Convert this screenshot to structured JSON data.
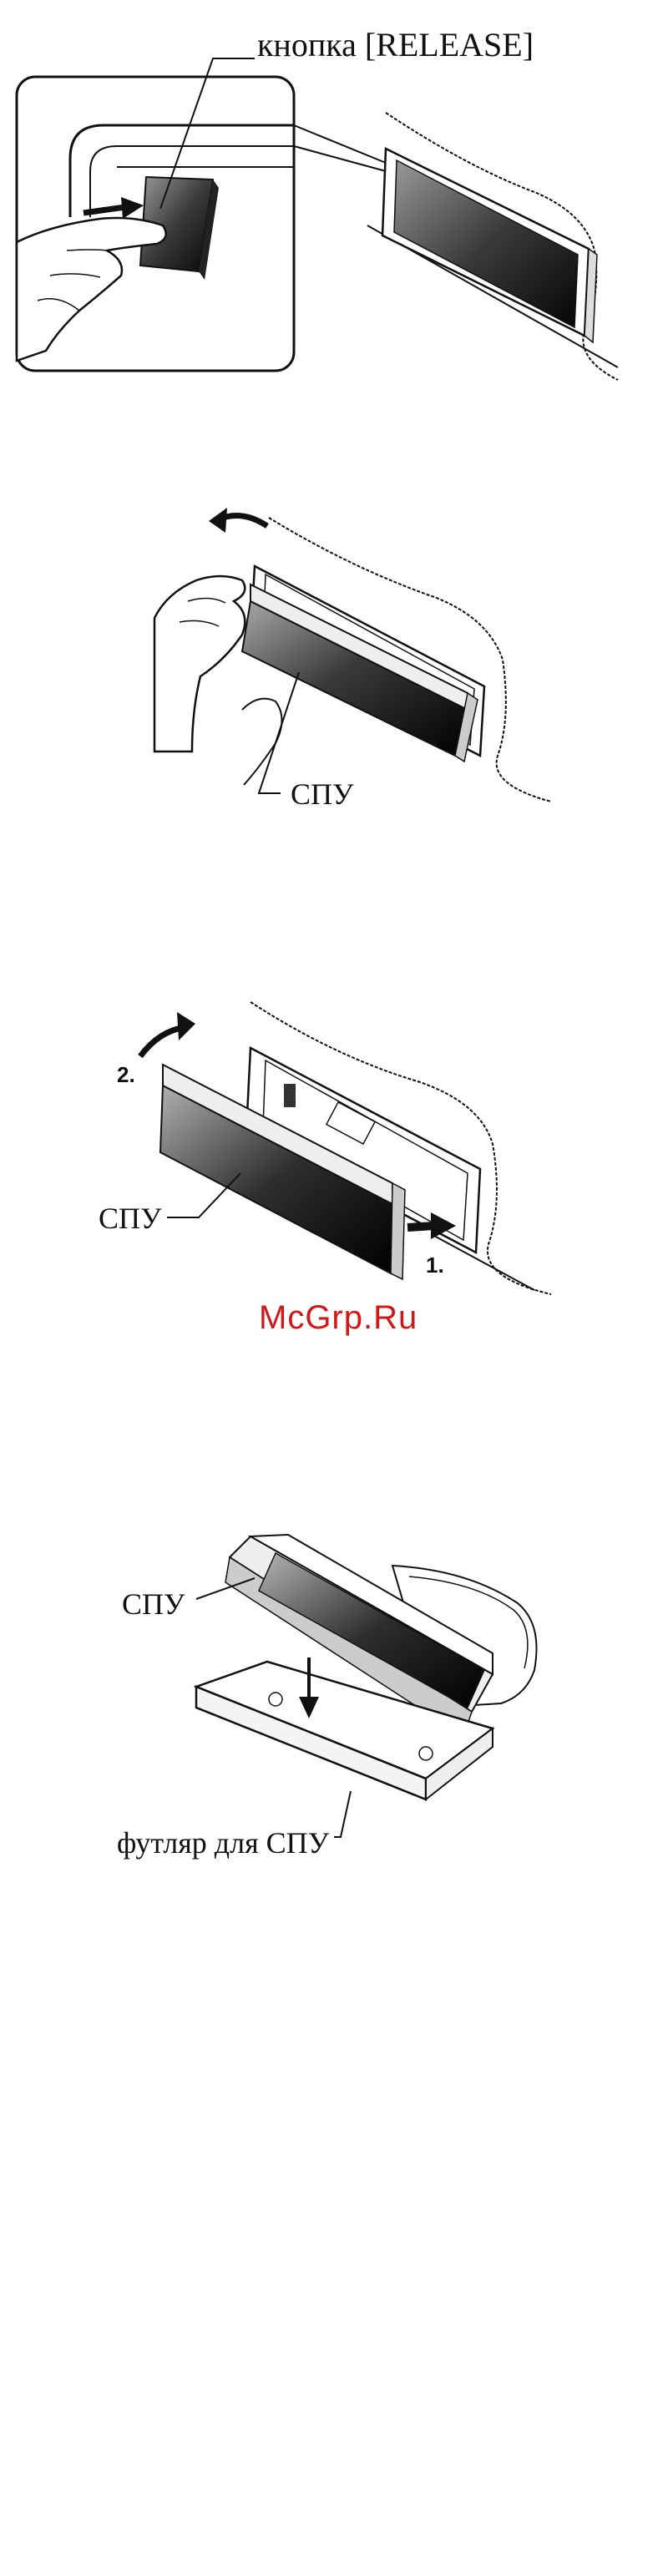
{
  "figure1": {
    "release_label": "кнопка [RELEASE]"
  },
  "figure2": {
    "panel_label": "СПУ"
  },
  "figure3": {
    "step1": "1.",
    "step2": "2.",
    "panel_label": "СПУ"
  },
  "watermark": {
    "text": "McGrp.Ru",
    "color": "#d01818"
  },
  "figure4": {
    "panel_label": "СПУ",
    "case_label": "футляр для СПУ"
  }
}
